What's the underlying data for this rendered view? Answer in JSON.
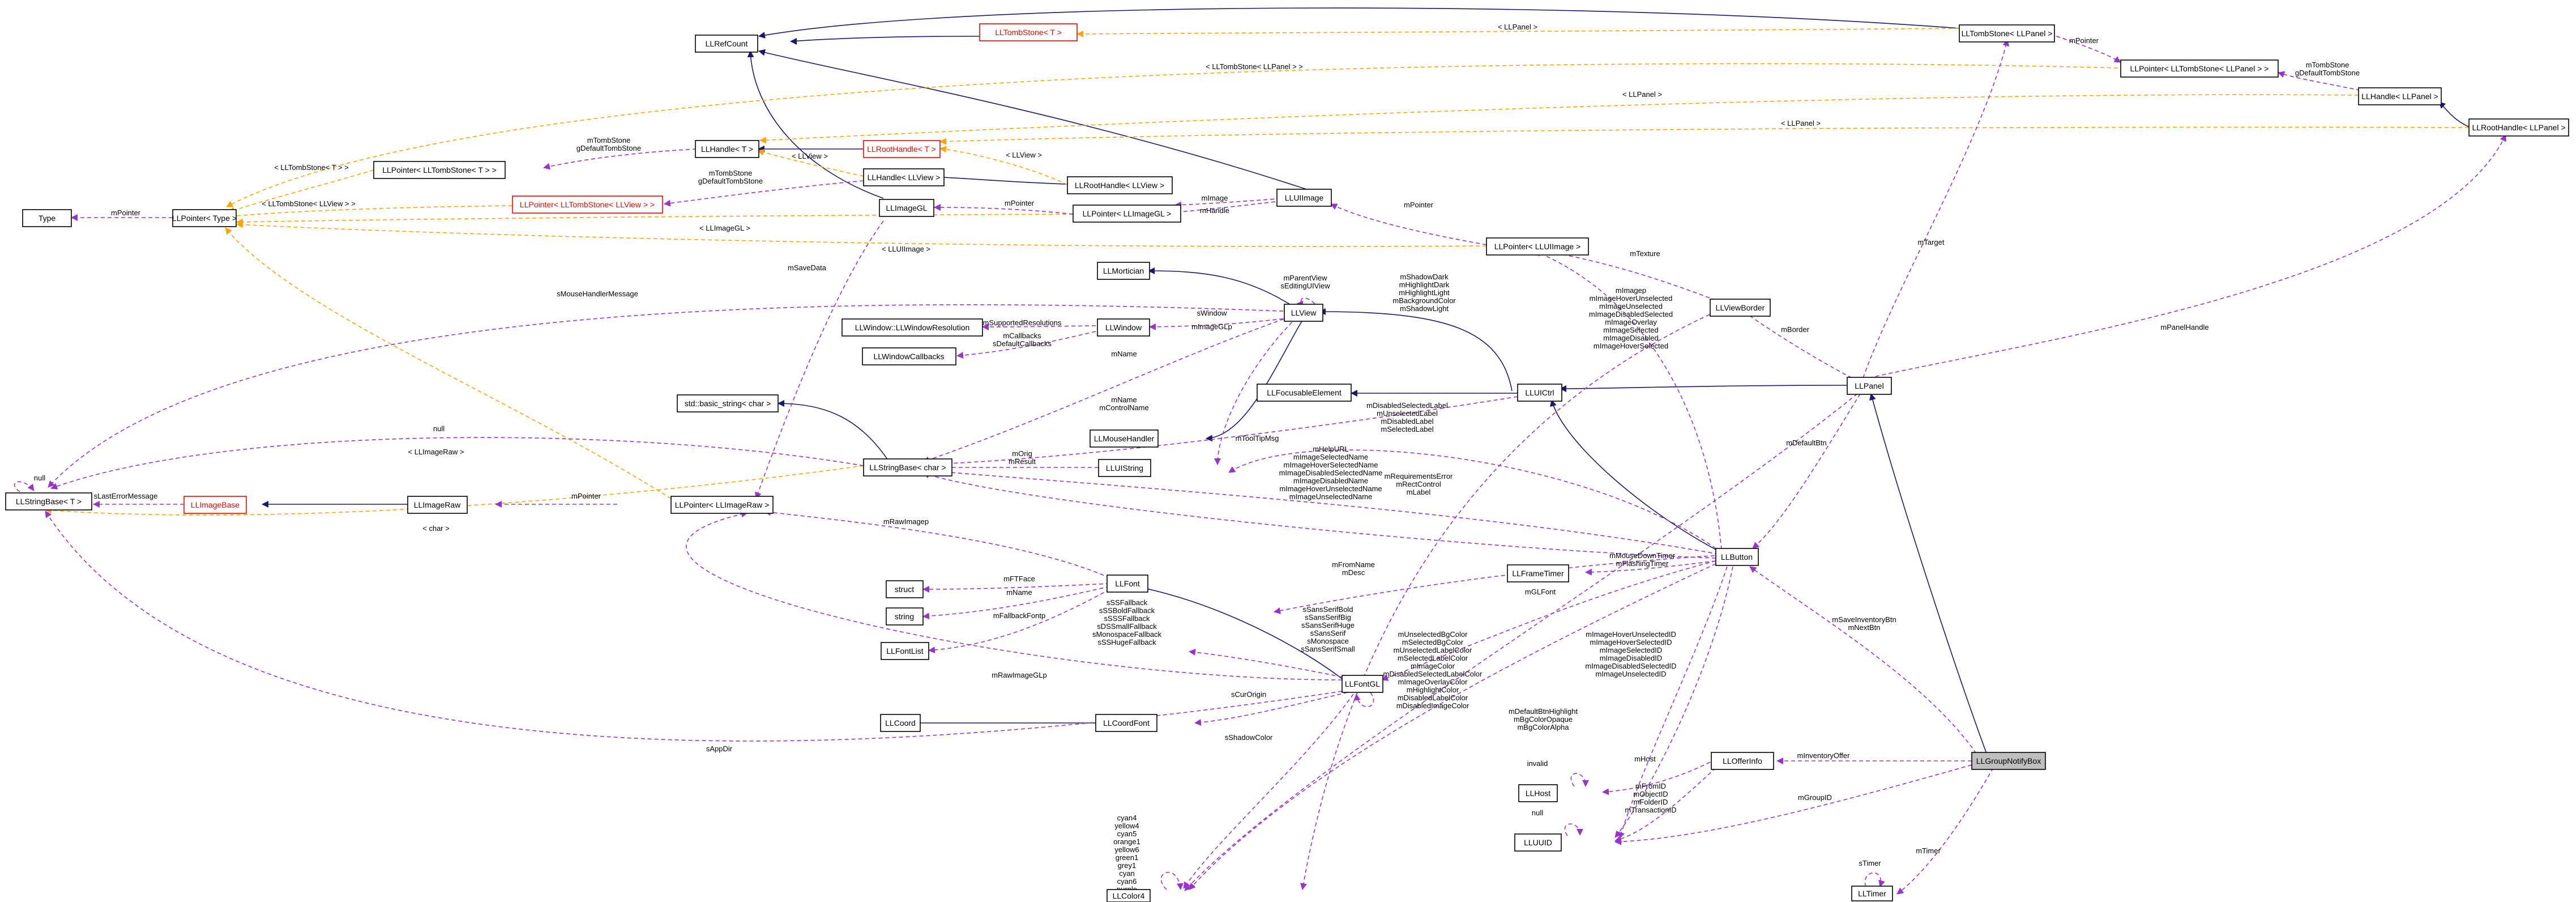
{
  "nodes": {
    "llrefcount": "LLRefCount",
    "lltombstone_t": "LLTombStone< T >",
    "lltombstone_llpanel": "LLTombStone< LLPanel >",
    "llpointer_lltombstone_llpanel": "LLPointer< LLTombStone< LLPanel > >",
    "llhandle_llpanel": "LLHandle< LLPanel >",
    "llroothandle_llpanel": "LLRootHandle< LLPanel >",
    "llhandle_t": "LLHandle< T >",
    "llroothandle_t": "LLRootHandle< T >",
    "llpointer_lltombstone_t": "LLPointer< LLTombStone< T > >",
    "llhandle_llview": "LLHandle< LLView >",
    "llroothandle_llview": "LLRootHandle< LLView >",
    "llpointer_lltombstone_llview": "LLPointer< LLTombStone< LLView > >",
    "type": "Type",
    "llpointer_type": "LLPointer< Type >",
    "llimagegl": "LLImageGL",
    "llpointer_llimagegl": "LLPointer< LLImageGL >",
    "lluiimage": "LLUIImage",
    "llpointer_lluiimage": "LLPointer< LLUIImage >",
    "llmortician": "LLMortician",
    "llview": "LLView",
    "llviewborder": "LLViewBorder",
    "llwindow_llwindowresolution": "LLWindow::LLWindowResolution",
    "llwindow": "LLWindow",
    "llwindowcallbacks": "LLWindowCallbacks",
    "llfocusableelement": "LLFocusableElement",
    "lluictrl": "LLUICtrl",
    "llpanel": "LLPanel",
    "std_basic_string": "std::basic_string< char >",
    "llmousehandler": "LLMouseHandler",
    "lluistring": "LLUIString",
    "llstringbase_char": "LLStringBase< char >",
    "llstringbase_t": "LLStringBase< T >",
    "llimagebase": "LLImageBase",
    "llimageraw": "LLImageRaw",
    "llpointer_llimageraw": "LLPointer< LLImageRaw >",
    "llframetimer": "LLFrameTimer",
    "llbutton": "LLButton",
    "struct": "struct",
    "string": "string",
    "llfont": "LLFont",
    "llfontlist": "LLFontList",
    "llfontgl": "LLFontGL",
    "llcoord": "LLCoord",
    "llcoordfont": "LLCoordFont",
    "llcolor4": "LLColor4",
    "llhost": "LLHost",
    "lluuid": "LLUUID",
    "llofferinfo": "LLOfferInfo",
    "llgroupnotifybox": "LLGroupNotifyBox",
    "lltimer": "LLTimer"
  },
  "edge_labels": {
    "lp_panel_1": "< LLPanel >",
    "mpointer_1": "mPointer",
    "lp_tombstone_llpanel": "< LLTombStone< LLPanel > >",
    "mtombstone_1": "mTombStone",
    "mtombstone_1b": "gDefaultTombStone",
    "lp_panel_2": "< LLPanel >",
    "lp_panel_3": "< LLPanel >",
    "mtombstone_2": "mTombStone",
    "mtombstone_2b": "gDefaultTombStone",
    "lp_tombstone_t": "< LLTombStone< T > >",
    "lp_llview_1": "< LLView >",
    "lp_llview_2": "< LLView >",
    "mtombstone_3": "mTombStone",
    "mtombstone_3b": "gDefaultTombStone",
    "lp_tombstone_llview": "< LLTombStone< LLView > >",
    "mpointer_type": "mPointer",
    "mpointer_imagegl": "mPointer",
    "mhandle": "mHandle",
    "mimage": "mImage",
    "lp_llimagegl": "< LLImageGL >",
    "lp_lluiimage": "< LLUIImage >",
    "mpointer_uiimage": "mPointer",
    "mtarget": "mTarget",
    "msavedata": "mSaveData",
    "dmousehandlermessage": "sMouseHandlerMessage",
    "mparentview": "mParentView",
    "mparentview_b": "sEditingUIView",
    "mtexture": "mTexture",
    "mborder": "mBorder",
    "mpanelhandle": "mPanelHandle",
    "msupportedresolutions": "mSupportedResolutions",
    "mcallbacks": "mCallbacks",
    "mcallbacks_b": "sDefaultCallbacks",
    "swindow": "sWindow",
    "swindow_b": "mImageGLp",
    "mname_view": "mName",
    "mshadowdark": "mShadowDark",
    "mshadowdark_b": "mHighlightDark",
    "mshadowdark_c": "mHighlightLight",
    "mshadowdark_d": "mBackgroundColor",
    "mshadowdark_e": "mShadowLight",
    "mimagep": "mImagep",
    "mimagep_b": "mImageHoverUnselected",
    "mimagep_c": "mImageUnselected",
    "mimagep_d": "mImageDisabledSelected",
    "mimagep_e": "mImageOverlay",
    "mimagep_f": "mImageSelected",
    "mimagep_g": "mImageDisabled",
    "mimagep_h": "mImageHoverSelected",
    "mname_ctrl": "mName",
    "mname_ctrl_b": "mControlName",
    "mtooltipmsg": "mToolTipMsg",
    "morig": "mOrig",
    "morig_b": "mResult",
    "null_1": "null",
    "null_2": "null",
    "lp_char_1": "< LLImageRaw >",
    "mdisabledselectedlabel": "mDisabledSelectedLabel",
    "mdisabledselectedlabel_b": "mUnselectedLabel",
    "mdisabledselectedlabel_c": "mDisabledLabel",
    "mdisabledselectedlabel_d": "mSelectedLabel",
    "mhelpurl": "mHelpURL",
    "mhelpurl_b": "mImageSelectedName",
    "mhelpurl_c": "mImageHoverSelectedName",
    "mhelpurl_d": "mImageDisabledSelectedName",
    "mhelpurl_e": "mImageDisabledName",
    "mhelpurl_f": "mImageHoverUnselectedName",
    "mhelpurl_g": "mImageUnselectedName",
    "mrequirementserror": "mRequirementsError",
    "mrequirementserror_b": "mRectControl",
    "mrequirementserror_c": "mLabel",
    "mdefaultbtn": "mDefaultBtn",
    "slasterrormessage": "sLastErrorMessage",
    "mpointer_raw": "mPointer",
    "lp_char_2": "< char >",
    "mrawimagep": "mRawImagep",
    "mmousedowntimer": "mMouseDownTimer",
    "mmousedowntimer_b": "mFlashingTimer",
    "mftface": "mFTFace",
    "mname_font": "mName",
    "mfallbackfontp": "mFallbackFontp",
    "ssfallback": "sSSFallback",
    "ssfallback_b": "sSSBoldFallback",
    "ssfallback_c": "sSSSFallback",
    "ssfallback_d": "sDSSmallFallback",
    "ssfallback_e": "sMonospaceFallback",
    "ssfallback_f": "sSSHugeFallback",
    "mfromname": "mFromName",
    "mfromname_b": "mDesc",
    "ssanssrifbold": "sSansSerifBold",
    "ssanssrifbold_b": "sSansSerifBig",
    "ssanssrifbold_c": "sSansSerifHuge",
    "ssanssrifbold_d": "sSansSerif",
    "ssanssrifbold_e": "sMonospace",
    "ssanssrifbold_f": "sSansSerifSmall",
    "mglfont": "mGLFont",
    "msaveinventorybtn": "mSaveInventoryBtn",
    "msaveinventorybtn_b": "mNextBtn",
    "mrawimageglp": "mRawImageGLp",
    "scurorigin": "sCurOrigin",
    "sappdir": "sAppDir",
    "sshadowcolor": "sShadowColor",
    "munselectedbgcolor": "mUnselectedBgColor",
    "munselectedbgcolor_b": "mSelectedBgColor",
    "munselectedbgcolor_c": "mUnselectedLabelColor",
    "munselectedbgcolor_d": "mSelectedLabelColor",
    "munselectedbgcolor_e": "mImageColor",
    "munselectedbgcolor_f": "mDisabledSelectedLabelColor",
    "munselectedbgcolor_g": "mImageOverlayColor",
    "munselectedbgcolor_h": "mHighlightColor",
    "munselectedbgcolor_i": "mDisabledLabelColor",
    "munselectedbgcolor_j": "mDisabledImageColor",
    "mimagehoverunselectedid": "mImageHoverUnselectedID",
    "mimagehoverunselectedid_b": "mImageHoverSelectedID",
    "mimagehoverunselectedid_c": "mImageSelectedID",
    "mimagehoverunselectedid_d": "mImageDisabledID",
    "mimagehoverunselectedid_e": "mImageDisabledSelectedID",
    "mimagehoverunselectedid_f": "mImageUnselectedID",
    "mdefaultbtnhighlight": "mDefaultBtnHighlight",
    "mdefaultbtnhighlight_b": "mBgColorOpaque",
    "mdefaultbtnhighlight_c": "mBgColorAlpha",
    "invalid": "invalid",
    "mhost": "mHost",
    "minventoryoffer": "mInventoryOffer",
    "null_3": "null",
    "mfromid": "mFromID",
    "mfromid_b": "mObjectID",
    "mfromid_c": "mFolderID",
    "mfromid_d": "mTransactionID",
    "mgroupid": "mGroupID",
    "cyan4": "cyan4",
    "cyan4_b": "yellow4",
    "cyan4_c": "cyan5",
    "cyan4_d": "orange1",
    "cyan4_e": "yellow6",
    "cyan4_f": "green1",
    "cyan4_g": "grey1",
    "cyan4_h": "cyan",
    "cyan4_i": "cyan6",
    "cyan4_j": "purple",
    "stimer": "sTimer",
    "mtimer": "mTimer"
  },
  "colors": {
    "inheritance": "#191970",
    "usage": "#9a32cd",
    "template": "#ffa500",
    "focus_fill": "#bfbfbf",
    "template_node_border": "#ff0000"
  }
}
